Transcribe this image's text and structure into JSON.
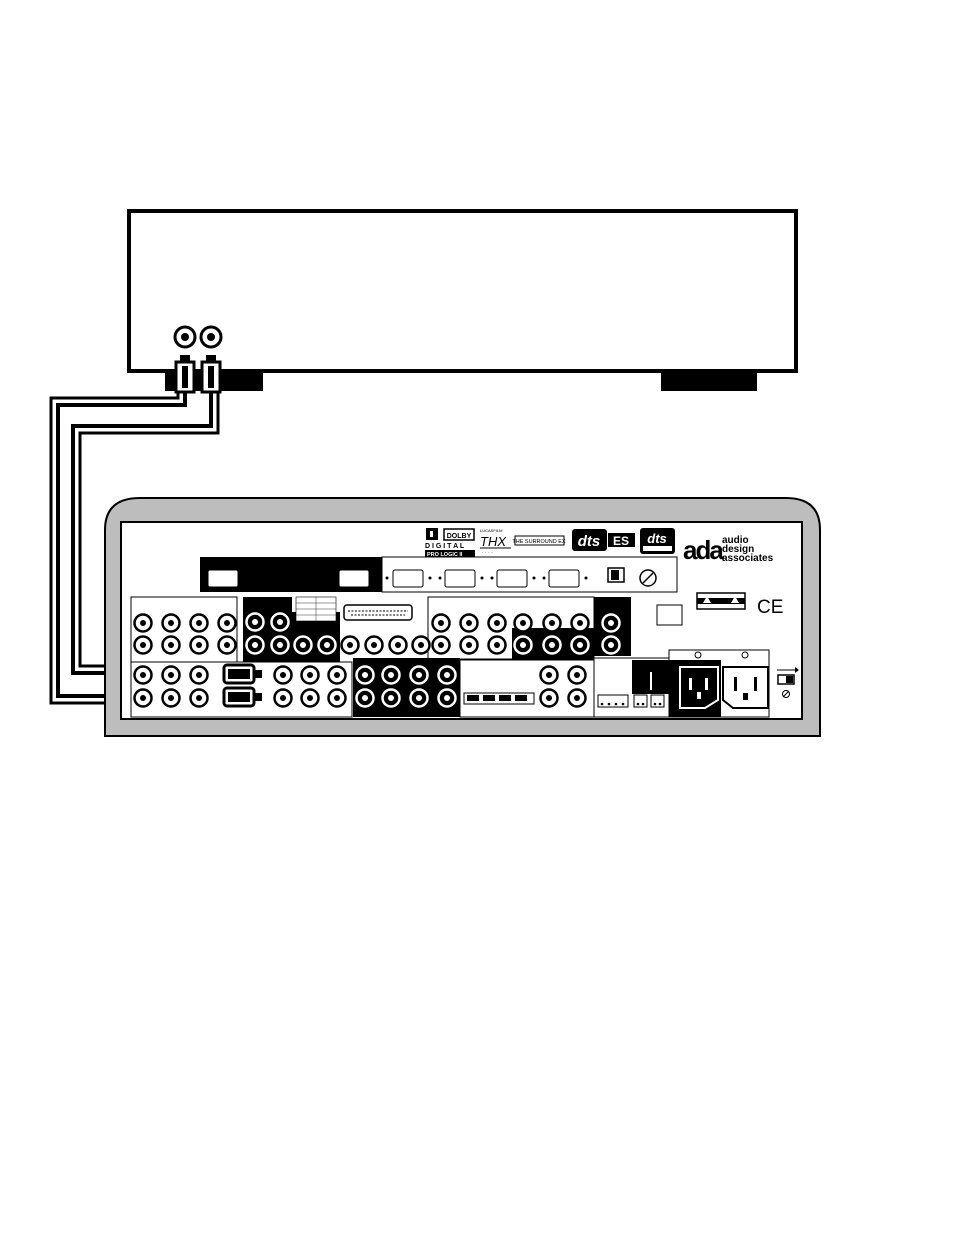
{
  "diagram": {
    "source_device": {
      "connector_count": 2
    },
    "receiver": {
      "logos": {
        "dolby_box": "DOLBY",
        "dolby_digital": "D I G I T A L",
        "dolby_prologic": "PRO LOGIC II",
        "thx_top": "LUCASFILM",
        "thx": "THX",
        "thx_surround": "THE SURROUND EX",
        "dts": "dts",
        "dts_es": "ES",
        "dts_neo": "dts",
        "ada": "ada",
        "ada_line1": "audio",
        "ada_line2": "design",
        "ada_line3": "associates",
        "ce": "CE"
      }
    },
    "cables": {
      "count": 2,
      "color": "#000000"
    }
  }
}
